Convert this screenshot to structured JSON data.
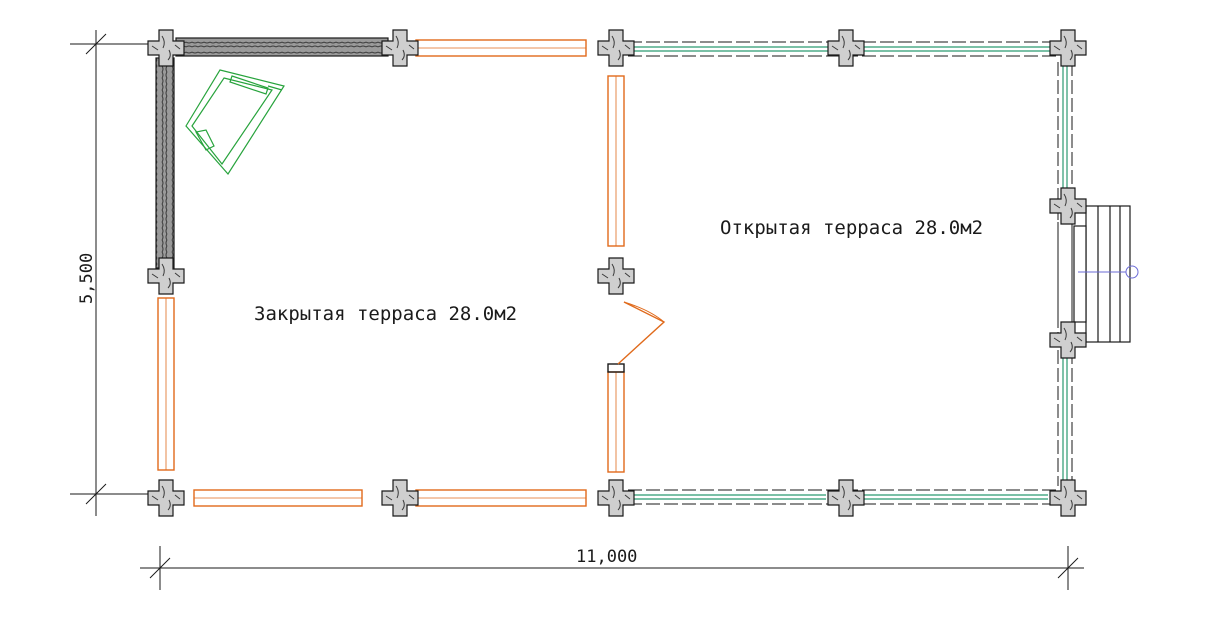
{
  "plan": {
    "rooms": [
      {
        "id": "closed",
        "label": "Закрытая терраса 28.0м2"
      },
      {
        "id": "open",
        "label": "Открытая терраса 28.0м2"
      }
    ],
    "dimensions": {
      "width_label": "11,000",
      "height_label": "5,500"
    },
    "colors": {
      "wall_stroke": "#1a1a1a",
      "log_fill": "#6b6b6b",
      "post_fill": "#cfcfcf",
      "window_stroke": "#e06a1b",
      "glazing_stroke": "#2a9a70",
      "furniture_stroke": "#27a33c",
      "axis_stroke": "#6b6bd6"
    }
  }
}
